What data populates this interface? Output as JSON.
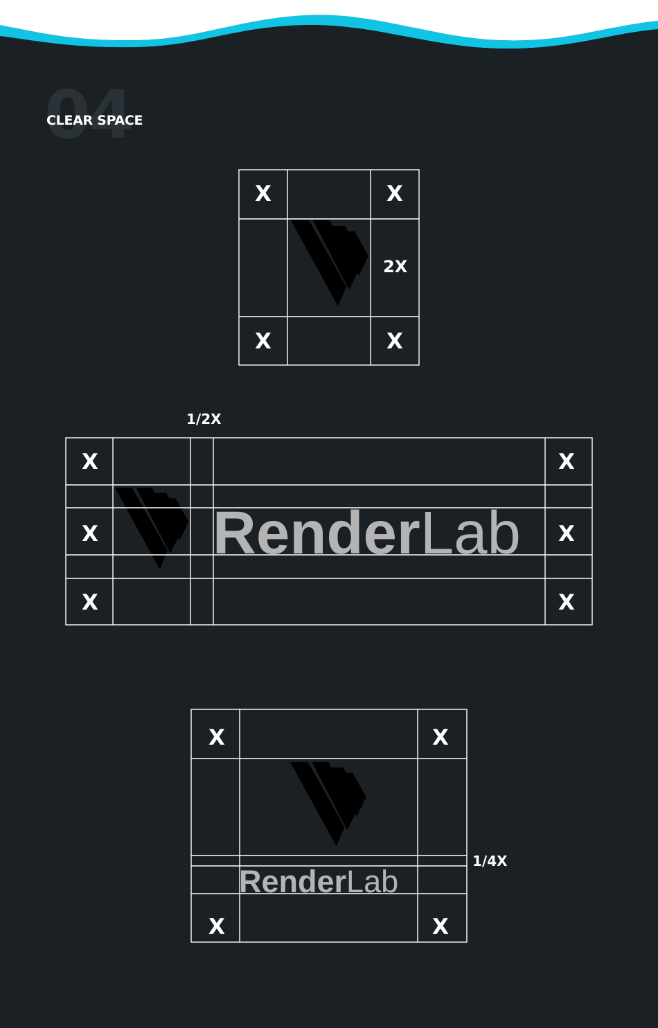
{
  "section": {
    "number": "04",
    "title": "CLEAR SPACE"
  },
  "colors": {
    "background": "#1a2024",
    "accent_wave": "#12c4e4",
    "grid_lines": "#ffffff",
    "logo": "#b4b4b4"
  },
  "logo_wordmark": {
    "part1": "Render",
    "part2": "Lab"
  },
  "diagram_icon": {
    "corner_label": "X",
    "side_measure": "2X"
  },
  "diagram_horizontal": {
    "corner_label": "X",
    "gap_measure": "1/2X"
  },
  "diagram_vertical": {
    "corner_label": "X",
    "gap_measure": "1/4X"
  }
}
